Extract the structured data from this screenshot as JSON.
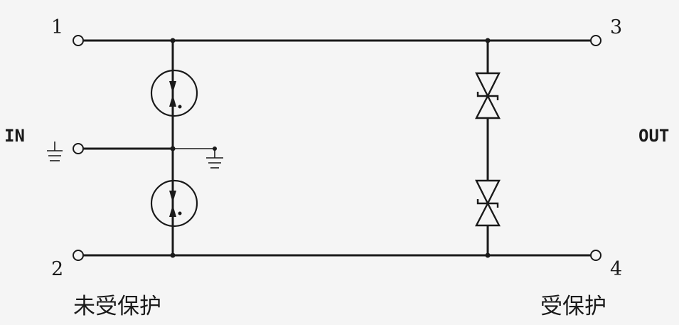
{
  "terminals": {
    "t1": "1",
    "t2": "2",
    "t3": "3",
    "t4": "4"
  },
  "side_labels": {
    "input": "IN",
    "output": "OUT"
  },
  "captions": {
    "unprotected": "未受保护",
    "protected": "受保护"
  }
}
